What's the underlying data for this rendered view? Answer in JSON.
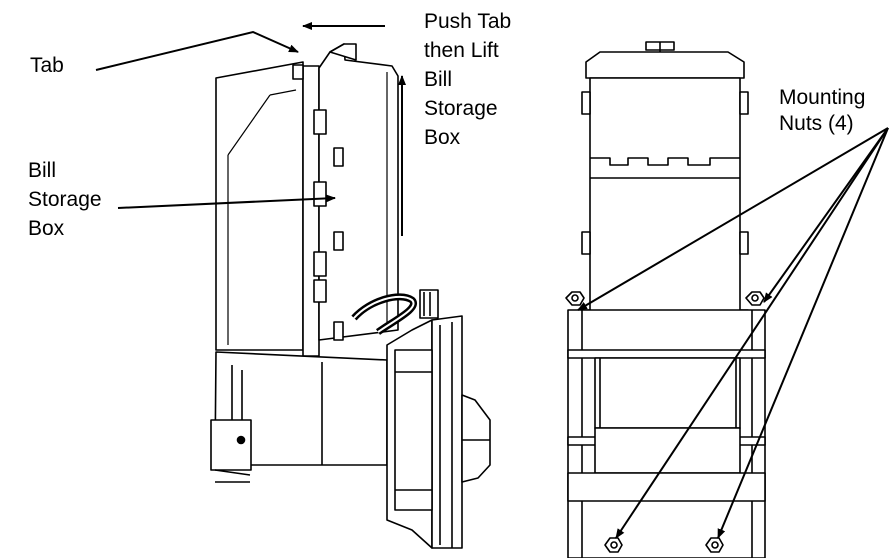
{
  "labels": {
    "tab": "Tab",
    "push_tab": "Push Tab\nthen Lift\nBill\nStorage\nBox",
    "bill_storage_box": "Bill\nStorage\nBox",
    "mounting_nuts": "Mounting\nNuts (4)"
  }
}
